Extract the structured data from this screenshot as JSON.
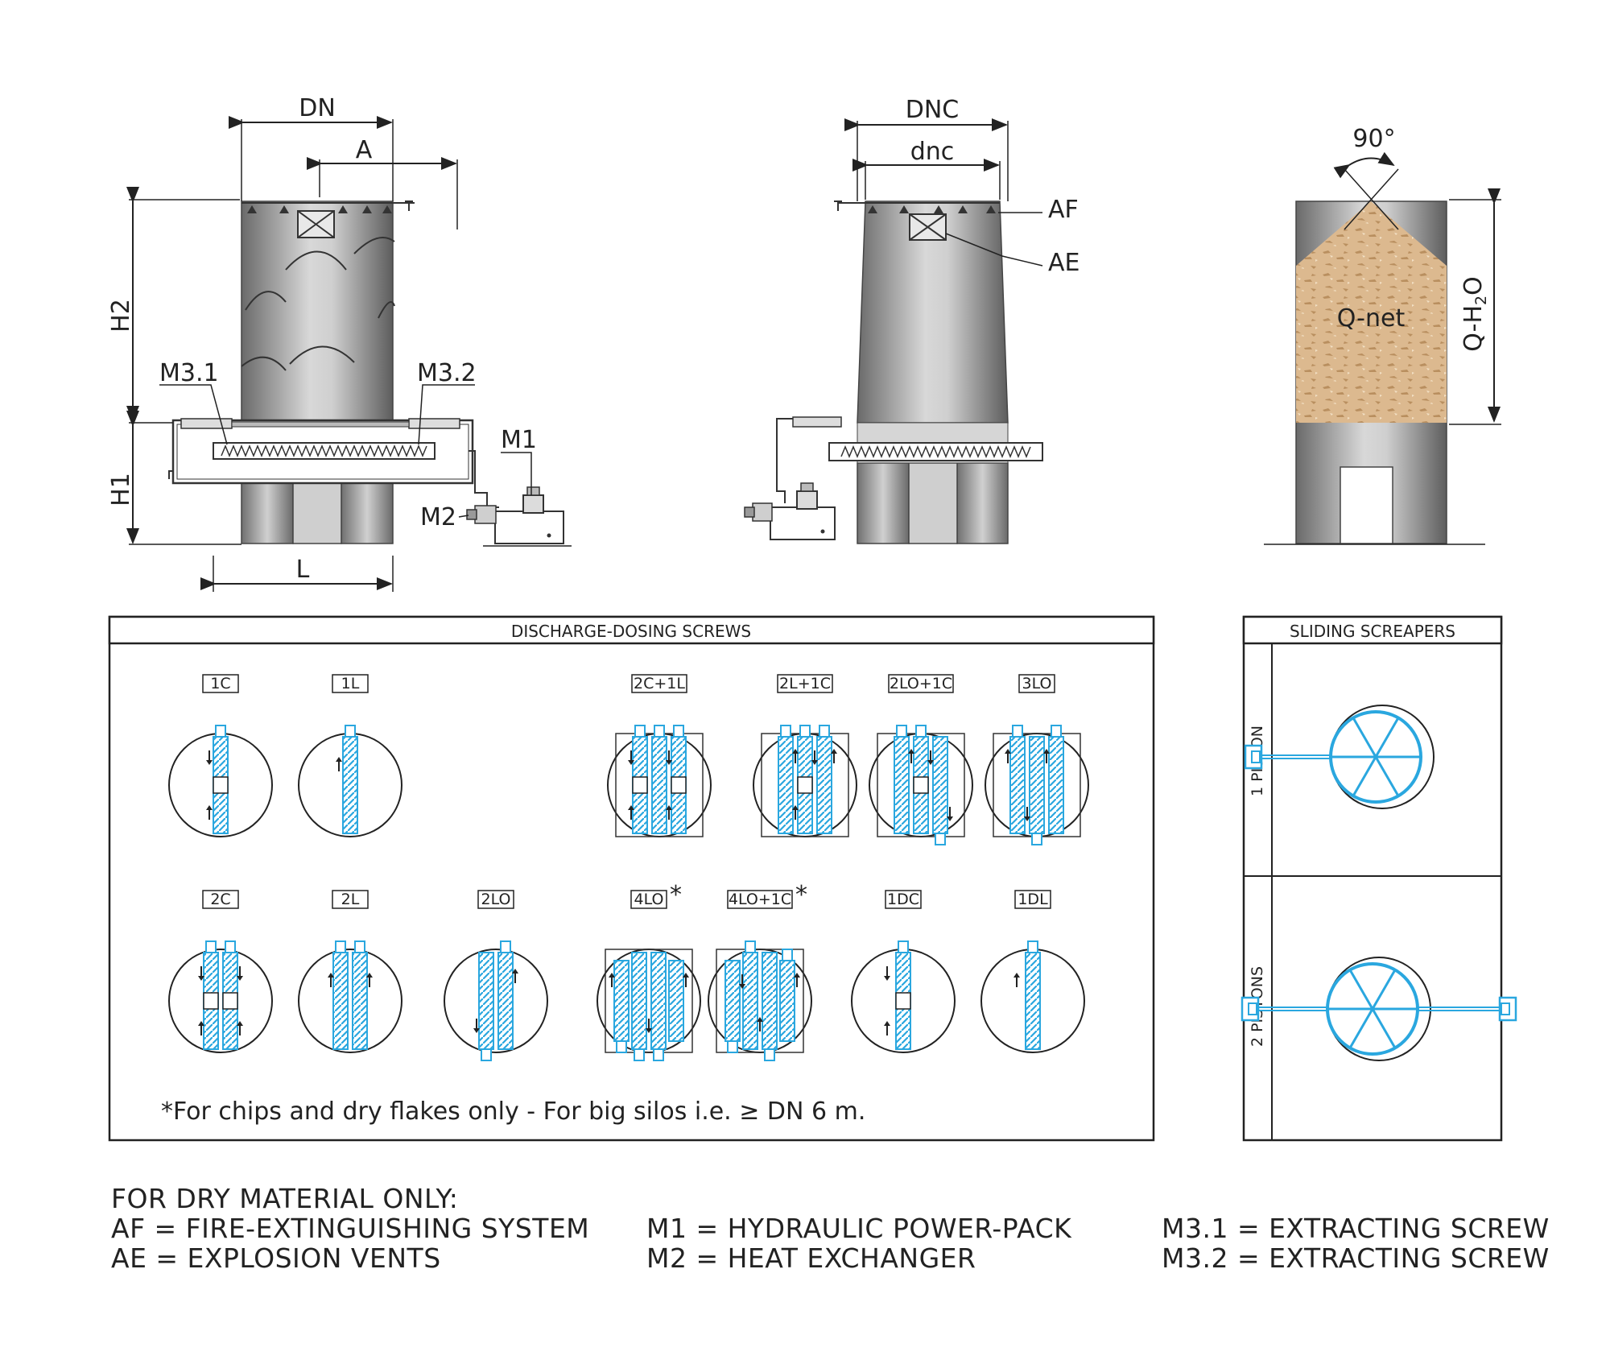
{
  "drawing1": {
    "dims": {
      "dn": "DN",
      "a": "A",
      "h2": "H2",
      "h1": "H1",
      "l": "L"
    },
    "parts": {
      "m31": "M3.1",
      "m32": "M3.2",
      "m1": "M1",
      "m2": "M2"
    }
  },
  "drawing2": {
    "dims": {
      "dnc": "DNC",
      "dnc_small": "dnc"
    },
    "parts": {
      "af": "AF",
      "ae": "AE"
    }
  },
  "drawing3": {
    "angle": "90°",
    "fill_label": "Q-net",
    "height_label": "Q-H",
    "height_sub": "2",
    "height_tail": "O"
  },
  "screws_panel": {
    "title": "DISCHARGE-DOSING SCREWS",
    "row1": [
      "1C",
      "1L",
      "2C+1L",
      "2L+1C",
      "2LO+1C",
      "3LO"
    ],
    "row2": [
      "2C",
      "2L",
      "2LO",
      "4LO",
      "4LO+1C",
      "1DC",
      "1DL"
    ],
    "asterisk": "*",
    "note": "*For chips and dry flakes only - For big silos i.e. ≥ DN 6 m."
  },
  "scrapers_panel": {
    "title": "SLIDING SCREAPERS",
    "rows": [
      "1 PISTON",
      "2 PISTONS"
    ]
  },
  "legend": {
    "heading": "FOR DRY MATERIAL ONLY:",
    "col1": [
      "AF = FIRE-EXTINGUISHING SYSTEM",
      "AE = EXPLOSION VENTS"
    ],
    "col2": [
      "M1 = HYDRAULIC POWER-PACK",
      "M2 = HEAT EXCHANGER"
    ],
    "col3": [
      "M3.1 = EXTRACTING SCREW",
      "M3.2 = EXTRACTING SCREW"
    ]
  },
  "colors": {
    "accent": "#2aa7df",
    "silo_dark": "#5f5f5f",
    "silo_light": "#d2d2d2",
    "material": "#d9b78e",
    "line": "#222222"
  }
}
